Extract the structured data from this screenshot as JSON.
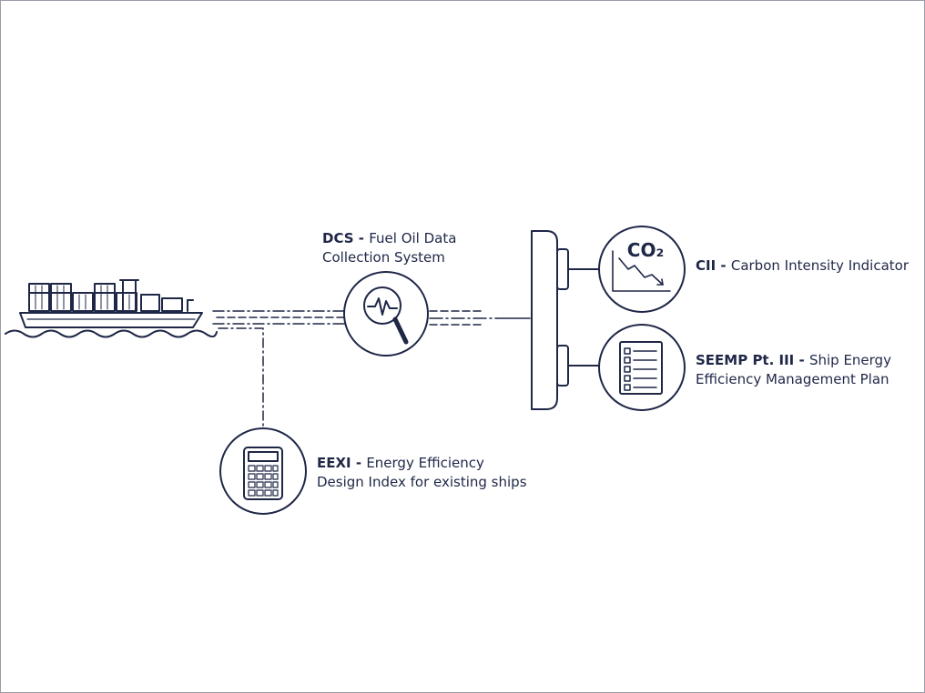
{
  "colors": {
    "ink": "#1f2747",
    "border": "#9a9da6",
    "background": "#ffffff"
  },
  "dcs": {
    "abbr": "DCS",
    "sep": " - ",
    "line1": "Fuel Oil Data",
    "line2": "Collection System",
    "icon": "magnifier-pulse-icon"
  },
  "eexi": {
    "abbr": "EEXI",
    "sep": " - ",
    "line1": "Energy Efficiency",
    "line2": "Design Index for existing ships",
    "icon": "calculator-icon"
  },
  "cii": {
    "abbr": "CII",
    "sep": " - ",
    "line1": "Carbon Intensity Indicator",
    "icon_text": "CO₂",
    "icon": "co2-decline-icon"
  },
  "seemp": {
    "abbr": "SEEMP Pt. III",
    "sep": " - ",
    "line1": "Ship Energy",
    "line2": "Efficiency Management Plan",
    "icon": "checklist-icon"
  }
}
